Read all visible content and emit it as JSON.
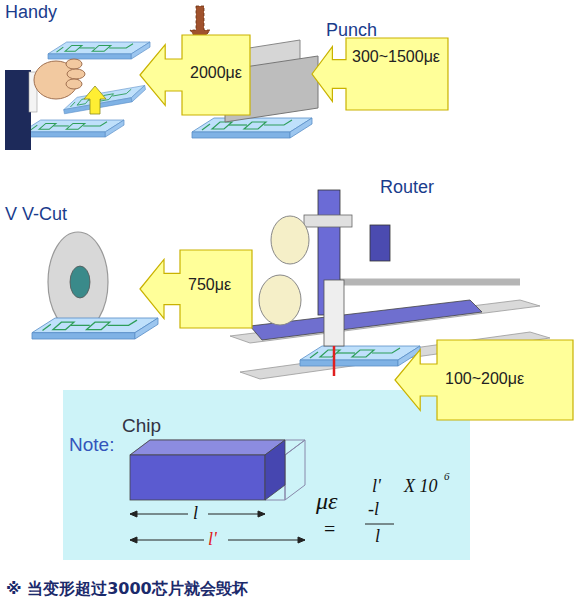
{
  "diagram": {
    "caption": "※ 当变形超过3000芯片就会毁坏",
    "nodes": [
      {
        "text": [
          "2000με"
        ]
      },
      {
        "text": [
          "300~1500με"
        ]
      },
      {
        "text": [
          "750με"
        ]
      },
      {
        "text": [
          "100~200με"
        ]
      },
      {
        "text": [
          "Note:"
        ]
      }
    ],
    "labels": [
      "Handy",
      "Punch",
      "V V-Cut",
      "Router",
      "Chip",
      "l",
      "l'",
      "με",
      "=",
      "l'",
      "-l",
      "l",
      "X 10",
      "6"
    ]
  }
}
